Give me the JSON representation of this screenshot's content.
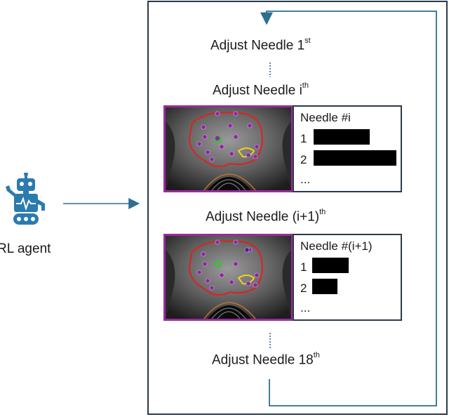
{
  "steps": {
    "first": {
      "base": "Adjust Needle 1",
      "sup": "st"
    },
    "ith": {
      "base": "Adjust Needle i",
      "sup": "th"
    },
    "next": {
      "base": "Adjust Needle (i+1)",
      "sup": "th"
    },
    "last": {
      "base": "Adjust Needle 18",
      "sup": "th"
    }
  },
  "panels": [
    {
      "title": "Needle #i",
      "rows": [
        {
          "label": "1"
        },
        {
          "label": "2"
        }
      ],
      "more": "..."
    },
    {
      "title": "Needle #(i+1)",
      "rows": [
        {
          "label": "1"
        },
        {
          "label": "2"
        }
      ],
      "more": "..."
    }
  ],
  "agent": {
    "label": "RL agent",
    "icon": "robot-icon"
  },
  "colors": {
    "arrow": "#2e6f8e",
    "frame": "#2b3a4a",
    "image_border": "#9b2b9b",
    "robot": "#2b7bb0",
    "contour_prostate": "#e02020",
    "contour_urethra": "#20d020",
    "contour_rectum": "#c07030",
    "contour_lesion": "#f0d020",
    "needle_dot": "#8a2a9a"
  }
}
